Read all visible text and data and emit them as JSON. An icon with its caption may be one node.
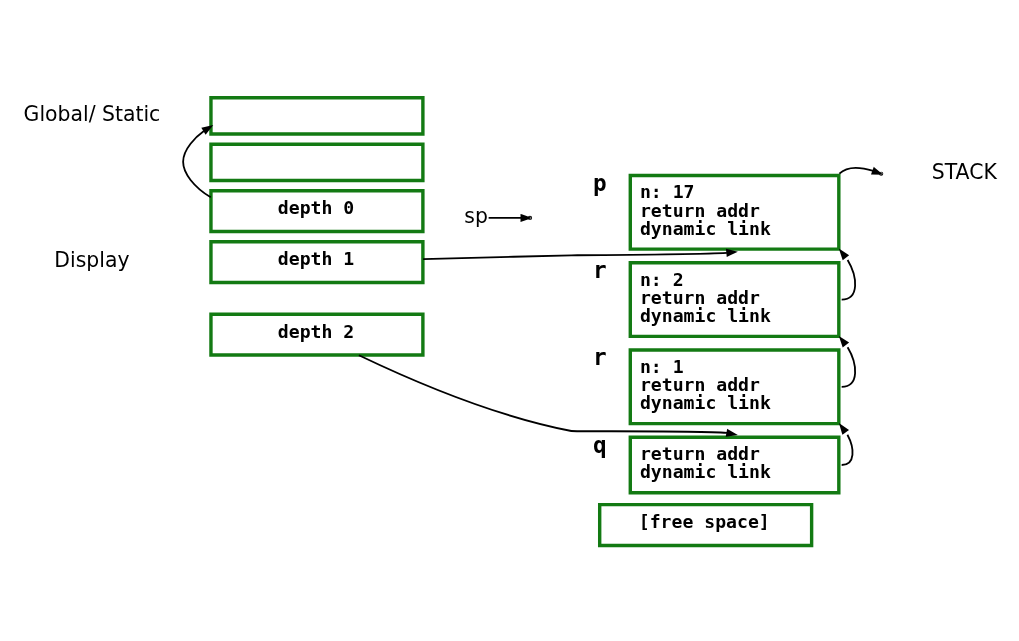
{
  "diagram": {
    "nodes": [
      {
        "text": [],
        "shape": "box"
      },
      {
        "text": [],
        "shape": "box"
      },
      {
        "text": [
          "depth 0"
        ]
      },
      {
        "text": [
          "depth 1"
        ]
      },
      {
        "text": [
          "depth 2"
        ]
      },
      {
        "text": [
          "n: 17",
          "return addr",
          "dynamic link"
        ],
        "beside": [
          "p"
        ]
      },
      {
        "text": [
          "n: 2",
          "return addr",
          "dynamic link"
        ],
        "beside": [
          "r"
        ]
      },
      {
        "text": [
          "n: 1",
          "return addr",
          "dynamic link"
        ],
        "beside": [
          "r"
        ]
      },
      {
        "text": [
          "return addr",
          "dynamic link"
        ],
        "beside": [
          "q"
        ]
      },
      {
        "text": [
          "[free space]"
        ]
      },
      {
        "text": [
          "sp"
        ]
      }
    ],
    "edges": [
      {
        "from": 2,
        "to": 0,
        "arrow": "to"
      },
      {
        "from": 3,
        "to": 5,
        "arrow": "to"
      },
      {
        "from": 4,
        "to": 8,
        "arrow": "to"
      },
      {
        "from": 5,
        "to": null,
        "arrow": "to"
      },
      {
        "from": 6,
        "to": 5,
        "arrow": "to"
      },
      {
        "from": 7,
        "to": 6,
        "arrow": "to"
      },
      {
        "from": 8,
        "to": 7,
        "arrow": "to"
      },
      {
        "from": 10,
        "to": null,
        "arrow": "to"
      }
    ],
    "labels": [
      "Global/ Static",
      "Display",
      "STACK"
    ]
  }
}
